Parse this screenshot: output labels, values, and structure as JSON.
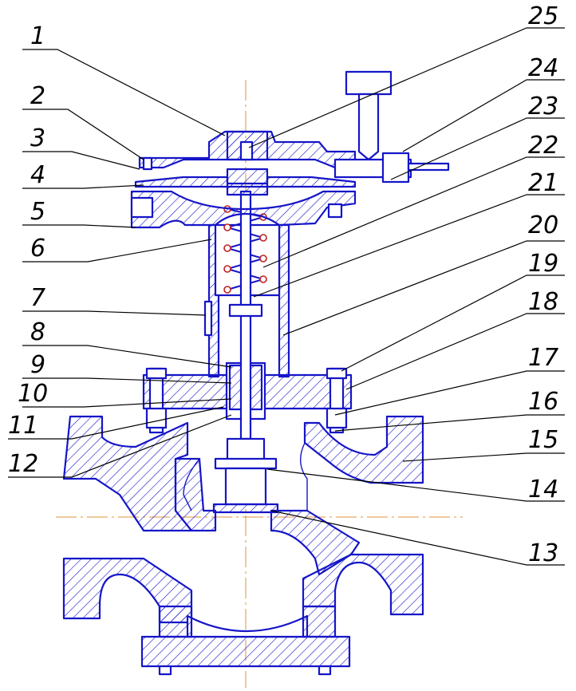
{
  "labels": {
    "left": [
      "1",
      "2",
      "3",
      "4",
      "5",
      "6",
      "7",
      "8",
      "9",
      "10",
      "11",
      "12"
    ],
    "right": [
      "25",
      "24",
      "23",
      "22",
      "21",
      "20",
      "19",
      "18",
      "17",
      "16",
      "15",
      "14",
      "13"
    ]
  },
  "colors": {
    "outline": "#1515c8",
    "axis": "#e0903a",
    "leader": "#000000",
    "spring_coil": "#c02020"
  }
}
